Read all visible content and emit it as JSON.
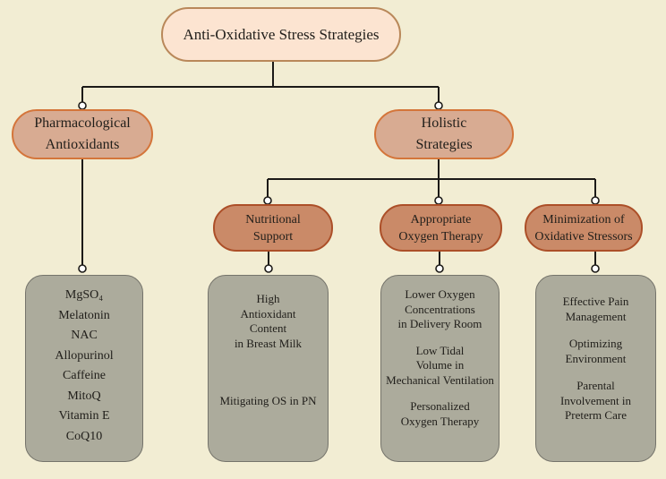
{
  "colors": {
    "background": "#f2edd3",
    "line": "#1c1a17",
    "text": "#201e1a",
    "junction_fill": "#ffffff",
    "root_fill": "#fce4d1",
    "root_border": "#b9885a",
    "branch_fill": "#d8ab92",
    "branch_border": "#d4753a",
    "category_fill": "#ca8a68",
    "category_border": "#ac4f28",
    "leaf_fill": "#acab9c",
    "leaf_border": "#75746b"
  },
  "nodes": {
    "root": {
      "label": "Anti-Oxidative Stress Strategies"
    },
    "pharmacological": {
      "label": "Pharmacological\nAntioxidants"
    },
    "holistic": {
      "label": "Holistic\nStrategies"
    },
    "nutritional": {
      "label": "Nutritional\nSupport"
    },
    "oxygen_therapy": {
      "label": "Appropriate\nOxygen Therapy"
    },
    "minimization": {
      "label": "Minimization of\nOxidative Stressors"
    },
    "pharmacological_list": {
      "items": [
        "MgSO₄",
        "Melatonin",
        "NAC",
        "Allopurinol",
        "Caffeine",
        "MitoQ",
        "Vitamin E",
        "CoQ10"
      ]
    },
    "nutritional_list": {
      "items": [
        "High\nAntioxidant\nContent\nin Breast Milk",
        "Mitigating OS in PN"
      ]
    },
    "oxygen_therapy_list": {
      "items": [
        "Lower Oxygen\nConcentrations\nin Delivery Room",
        "Low Tidal\nVolume in\nMechanical Ventilation",
        "Personalized\nOxygen Therapy"
      ]
    },
    "minimization_list": {
      "items": [
        "Effective Pain\nManagement",
        "Optimizing\nEnvironment",
        "Parental\nInvolvement in\nPreterm Care"
      ]
    }
  }
}
